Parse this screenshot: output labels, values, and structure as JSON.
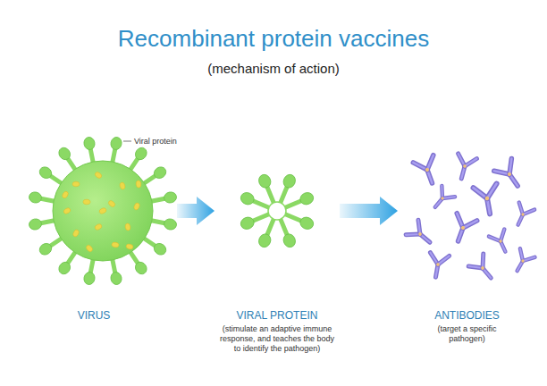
{
  "diagram": {
    "title": "Recombinant protein vaccines",
    "nodes": [
      {
        "text": [
          "VIRUS"
        ]
      },
      {
        "text": [
          "VIRAL PROTEIN",
          "(stimulate an adaptive immune response, and teaches the body to identify the pathogen)"
        ]
      },
      {
        "text": [
          "ANTIBODIES",
          "(target a specific pathogen)"
        ]
      }
    ],
    "edges": [
      {
        "from": 0,
        "to": 1,
        "arrow": "to"
      },
      {
        "from": 1,
        "to": 2,
        "arrow": "to"
      }
    ],
    "labels": [
      "(mechanism of action)",
      "Viral protein"
    ]
  }
}
